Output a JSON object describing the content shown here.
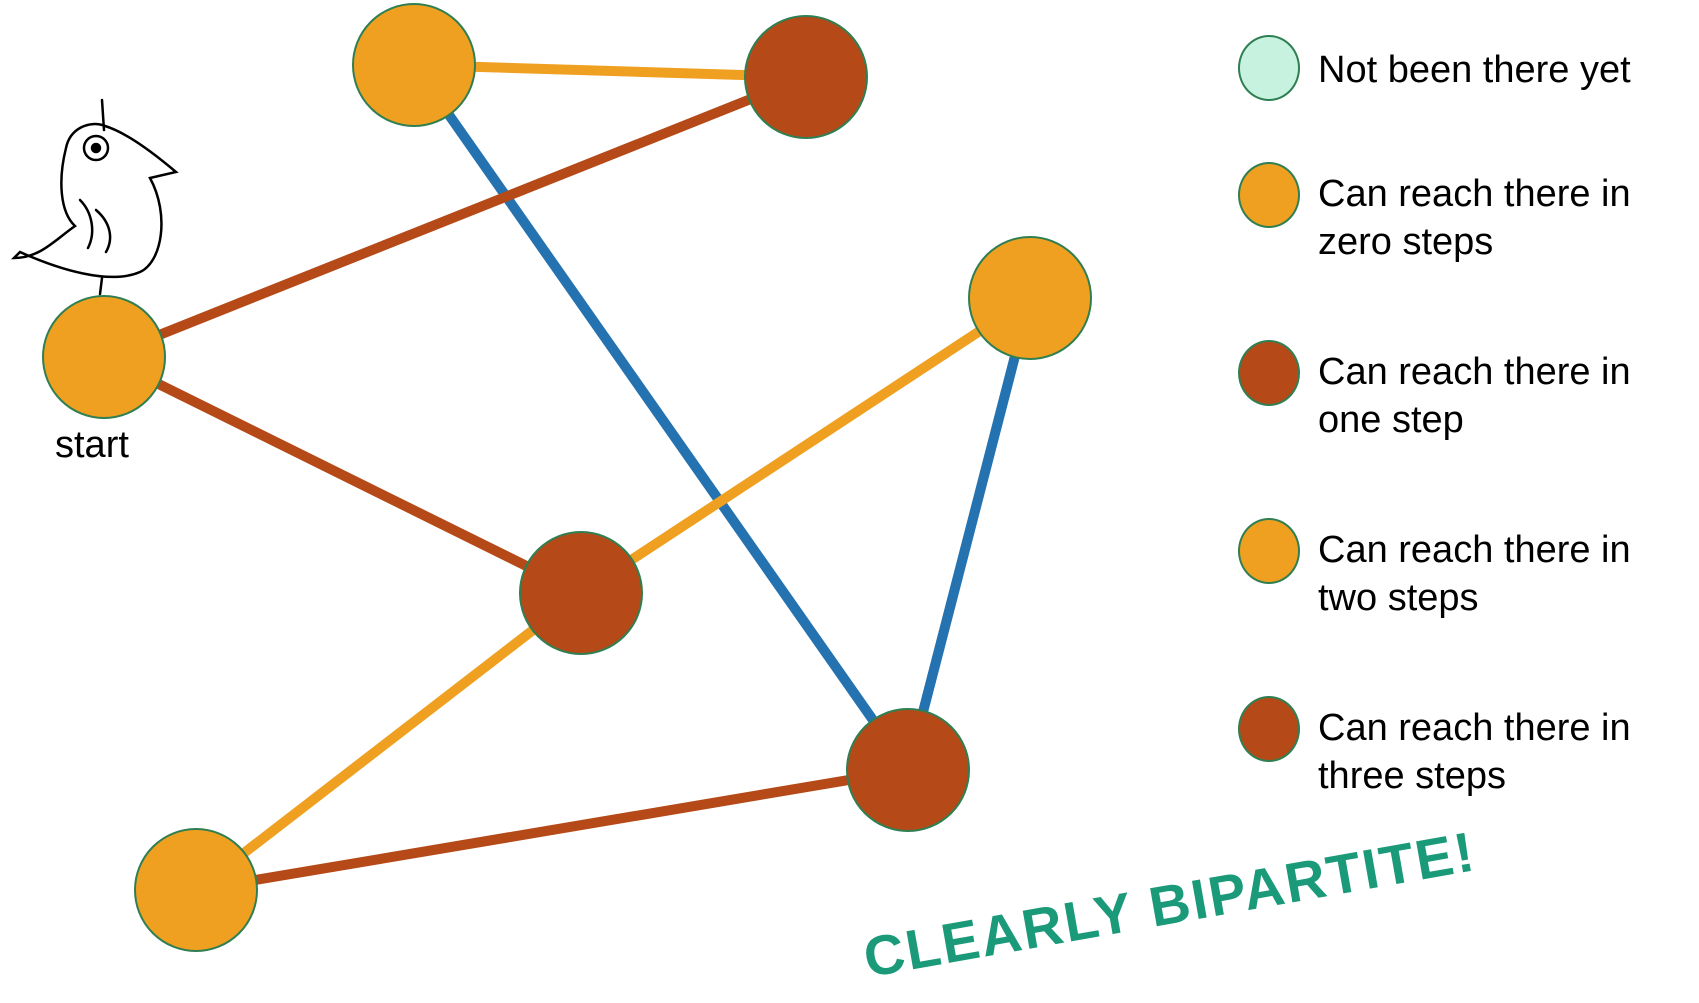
{
  "legend": [
    {
      "text": "Not been there yet",
      "color": "#c8f2e0"
    },
    {
      "text": "Can reach there in\nzero steps",
      "color": "#f0a020"
    },
    {
      "text": "Can reach there in\none step",
      "color": "#b54a18"
    },
    {
      "text": "Can reach there in\ntwo steps",
      "color": "#f0a020"
    },
    {
      "text": "Can reach there in\nthree steps",
      "color": "#b54a18"
    }
  ],
  "start_label": "start",
  "banner": "CLEARLY BIPARTITE!",
  "colors": {
    "orange": "#f0a020",
    "rust": "#b54a18",
    "blue": "#2472b0",
    "outline": "#2f7f52",
    "banner": "#1b9a7a"
  },
  "graph": {
    "nodes": [
      {
        "id": "n1",
        "color": "#f0a020"
      },
      {
        "id": "n2",
        "color": "#b54a18"
      },
      {
        "id": "n3",
        "color": "#f0a020"
      },
      {
        "id": "n4",
        "color": "#f0a020"
      },
      {
        "id": "n5",
        "color": "#b54a18"
      },
      {
        "id": "n6",
        "color": "#b54a18"
      },
      {
        "id": "n7",
        "color": "#f0a020"
      }
    ],
    "edges": [
      {
        "from": "n1",
        "to": "n2",
        "color": "#f0a020"
      },
      {
        "from": "n1",
        "to": "n6",
        "color": "#2472b0"
      },
      {
        "from": "n2",
        "to": "n3",
        "color": "#b54a18"
      },
      {
        "from": "n3",
        "to": "n5",
        "color": "#b54a18"
      },
      {
        "from": "n5",
        "to": "n4",
        "color": "#f0a020"
      },
      {
        "from": "n4",
        "to": "n6",
        "color": "#2472b0"
      },
      {
        "from": "n5",
        "to": "n7",
        "color": "#f0a020"
      },
      {
        "from": "n7",
        "to": "n6",
        "color": "#b54a18"
      }
    ]
  }
}
